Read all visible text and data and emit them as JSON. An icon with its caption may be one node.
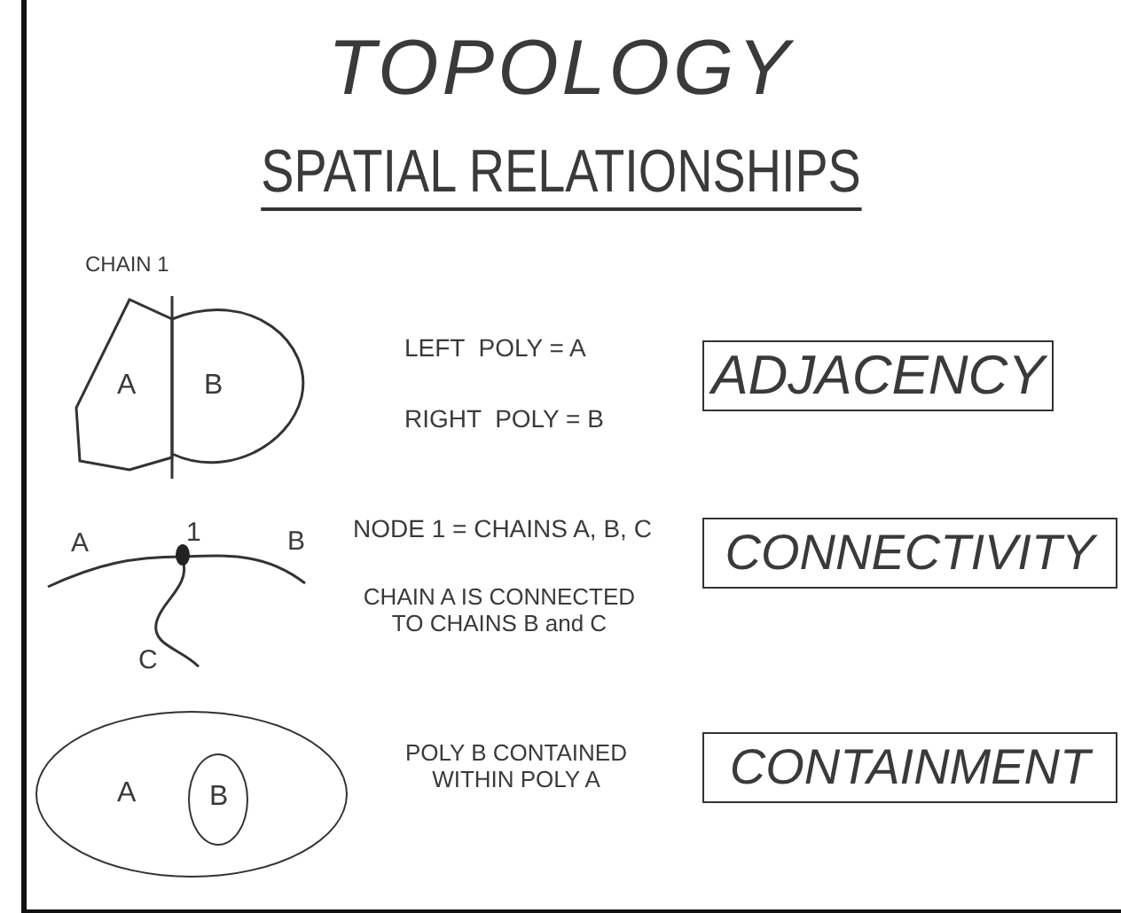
{
  "diagram": {
    "title": "TOPOLOGY",
    "nodes": [
      {
        "text": [
          "ADJACENCY"
        ]
      },
      {
        "text": [
          "CONNECTIVITY"
        ]
      },
      {
        "text": [
          "CONTAINMENT"
        ]
      },
      {
        "text": [
          "A"
        ]
      },
      {
        "text": [
          "B"
        ]
      },
      {
        "text": [
          "A"
        ]
      },
      {
        "text": [
          "B"
        ],
        "in": 5
      }
    ],
    "edges": [],
    "labels": [
      "SPATIAL RELATIONSHIPS",
      "CHAIN 1",
      "LEFT  POLY = A",
      "RIGHT  POLY = B",
      "A",
      "1",
      "B",
      "NODE 1 = CHAINS A, B, C",
      "C",
      "CHAIN A IS CONNECTED TO CHAINS B and C",
      "POLY B CONTAINED WITHIN POLY A"
    ]
  }
}
